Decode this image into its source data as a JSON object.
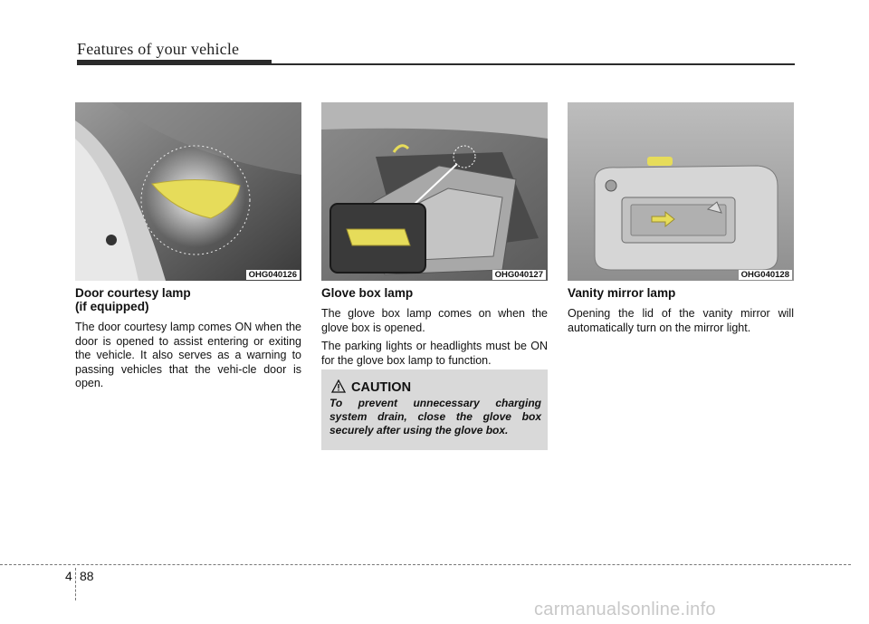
{
  "header": {
    "title": "Features of your vehicle"
  },
  "sections": [
    {
      "image_code": "OHG040126",
      "heading_line1": "Door courtesy lamp",
      "heading_line2": "(if equipped)",
      "paragraphs": [
        "The door courtesy lamp comes ON when the door is opened to assist entering or exiting the vehicle. It also serves as a warning to passing vehicles that the vehi-cle door is open."
      ]
    },
    {
      "image_code": "OHG040127",
      "heading_line1": "Glove box lamp",
      "paragraphs": [
        "The glove box lamp comes on when the glove box is opened.",
        "The parking lights or headlights must be ON for the glove box lamp to function."
      ]
    },
    {
      "image_code": "OHG040128",
      "heading_line1": "Vanity mirror lamp",
      "paragraphs": [
        "Opening the lid of the vanity mirror will automatically turn on the mirror light."
      ]
    }
  ],
  "caution": {
    "title": "CAUTION",
    "text": "To prevent unnecessary charging system drain, close the glove box securely after using the glove box."
  },
  "footer": {
    "chapter": "4",
    "page": "88"
  },
  "watermark": "carmanualsonline.info",
  "colors": {
    "lamp_glow": "#e6dc5a",
    "caution_bg": "#d9d9d9",
    "rule": "#2b2b2b"
  }
}
